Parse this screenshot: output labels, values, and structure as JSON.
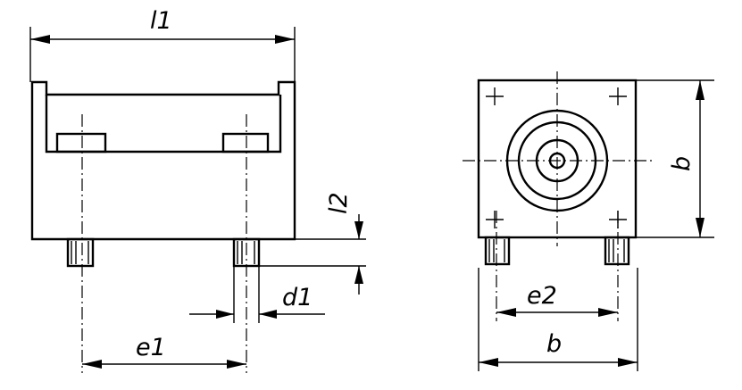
{
  "labels": {
    "l1": "l1",
    "l2": "l2",
    "d1": "d1",
    "e1": "e1",
    "e2": "e2",
    "b_side": "b",
    "b_bottom": "b"
  },
  "colors": {
    "ink": "#000000",
    "paper": "#ffffff"
  }
}
